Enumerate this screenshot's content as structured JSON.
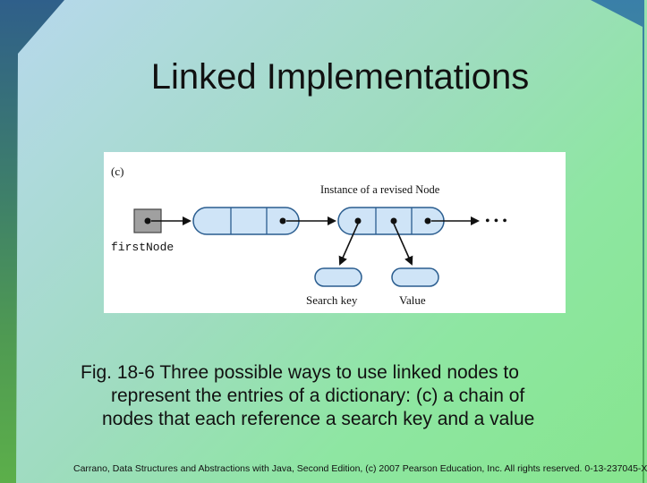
{
  "slide": {
    "title": "Linked Implementations",
    "caption_line1": "Fig. 18-6  Three possible ways to use linked nodes to",
    "caption_line2": "represent the entries of a dictionary: (c) a chain of",
    "caption_line3": "nodes that each reference a search key and a value",
    "footer": "Carrano, Data Structures and Abstractions with Java, Second Edition, (c) 2007 Pearson Education, Inc. All rights reserved. 0-13-237045-X"
  },
  "figure": {
    "part_label": "(c)",
    "node_caption_prefix": "Instance of a revised ",
    "node_caption_code": "Node",
    "first_node_label": "firstNode",
    "search_key_label": "Search key",
    "value_label": "Value",
    "ellipsis": "• • •"
  },
  "colors": {
    "node_fill": "#cfe4f7",
    "node_stroke": "#2a5d8f",
    "first_node_fill": "#a0a0a0"
  }
}
